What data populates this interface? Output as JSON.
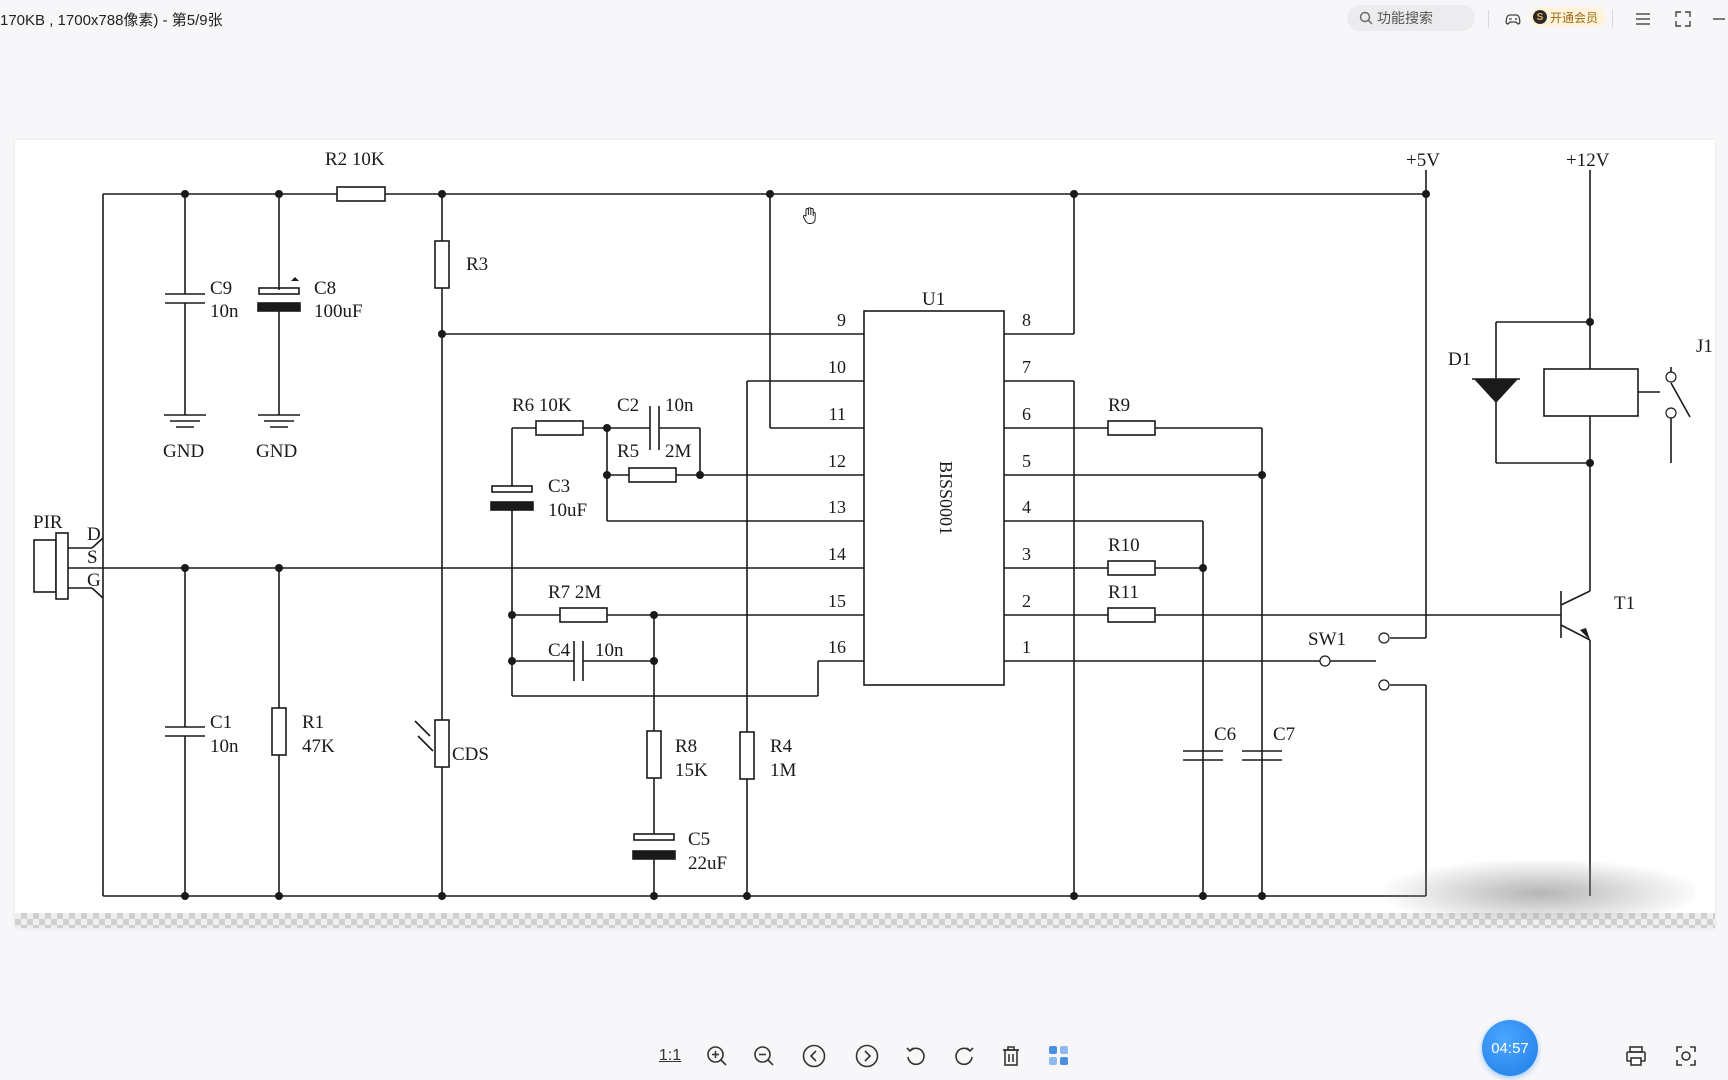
{
  "window": {
    "title": "170KB , 1700x788像素) - 第5/9张",
    "search_placeholder": "功能搜索",
    "vip_label": "开通会员",
    "vip_coin": "S"
  },
  "schematic": {
    "ic_name": "U1",
    "ic_part": "BISS0001",
    "pins_left": [
      "9",
      "10",
      "11",
      "12",
      "13",
      "14",
      "15",
      "16"
    ],
    "pins_right": [
      "8",
      "7",
      "6",
      "5",
      "4",
      "3",
      "2",
      "1"
    ],
    "labels": {
      "r2": "R2  10K",
      "r3": "R3",
      "c9": "C9",
      "c9v": "10n",
      "c8": "C8",
      "c8v": "100uF",
      "gnd1": "GND",
      "gnd2": "GND",
      "pir": "PIR",
      "pin_d": "D",
      "pin_s": "S",
      "pin_g": "G",
      "c1": "C1",
      "c1v": "10n",
      "r1": "R1",
      "r1v": "47K",
      "cds": "CDS",
      "r6": "R6  10K",
      "c2": "C2",
      "c2v": "10n",
      "r5": "R5",
      "r5v": "2M",
      "c3": "C3",
      "c3v": "10uF",
      "r7": "R7  2M",
      "c4": "C4",
      "c4v": "10n",
      "r8": "R8",
      "r8v": "15K",
      "c5": "C5",
      "c5v": "22uF",
      "r4": "R4",
      "r4v": "1M",
      "r9": "R9",
      "r10": "R10",
      "r11": "R11",
      "c6": "C6",
      "c7": "C7",
      "sw1": "SW1",
      "v5": "+5V",
      "v12": "+12V",
      "d1": "D1",
      "j1": "J1",
      "t1": "T1"
    }
  },
  "toolbar": {
    "actual_size": "1:1",
    "zoom_in": "zoom-in",
    "zoom_out": "zoom-out",
    "prev": "previous",
    "next": "next",
    "rotate_left": "rotate-left",
    "rotate_right": "rotate-right",
    "delete": "delete",
    "grid": "thumbnails",
    "timer": "04:57",
    "print": "print",
    "screenshot": "screenshot"
  }
}
